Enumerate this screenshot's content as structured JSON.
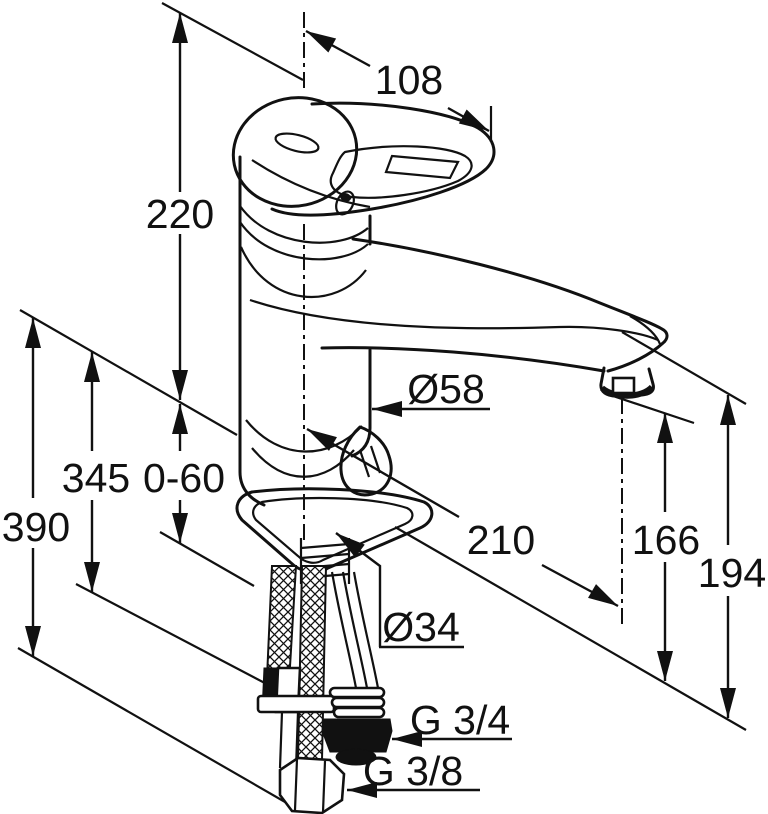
{
  "drawing": {
    "type": "technical-dimension-drawing",
    "subject": "single-lever-sink-mixer-faucet",
    "line_color": "#111111",
    "background": "#ffffff",
    "dims": {
      "handle_length": "108",
      "body_height": "220",
      "hose1_depth": "345",
      "deck_range": "0-60",
      "hose2_depth": "390",
      "body_diameter": "Ø58",
      "spout_projection": "210",
      "outlet_height": "166",
      "spout_height": "194",
      "shaft_diameter": "Ø34",
      "connection_large": "G 3/4",
      "connection_small": "G 3/8"
    }
  }
}
